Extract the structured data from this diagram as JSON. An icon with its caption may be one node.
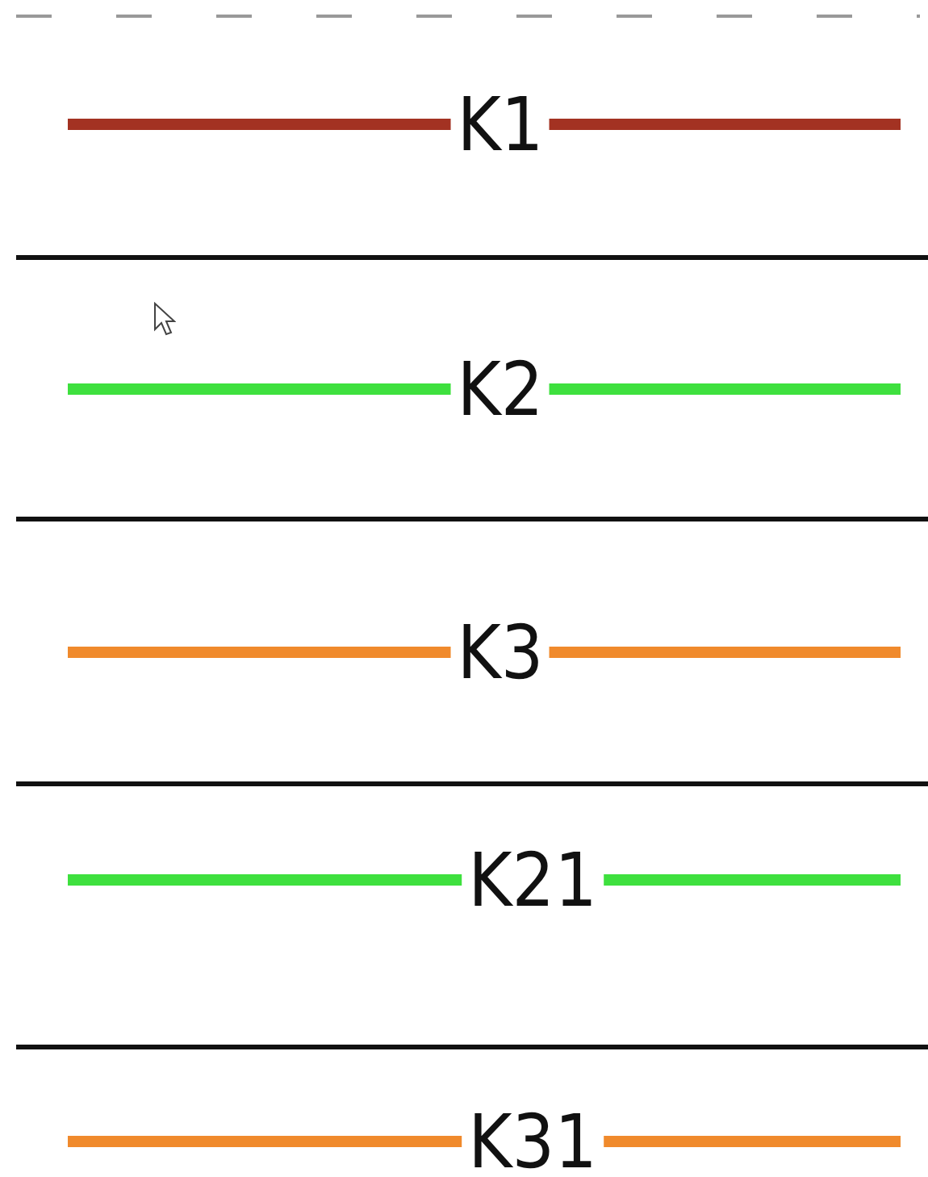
{
  "diagram": {
    "legend": [
      {
        "text": "K1",
        "color": "#a33222"
      },
      {
        "text": "K2",
        "color": "#3ee03e"
      },
      {
        "text": "K3",
        "color": "#f08a2c"
      },
      {
        "text": "K21",
        "color": "#3ee03e"
      },
      {
        "text": "K31",
        "color": "#f08a2c"
      }
    ]
  }
}
